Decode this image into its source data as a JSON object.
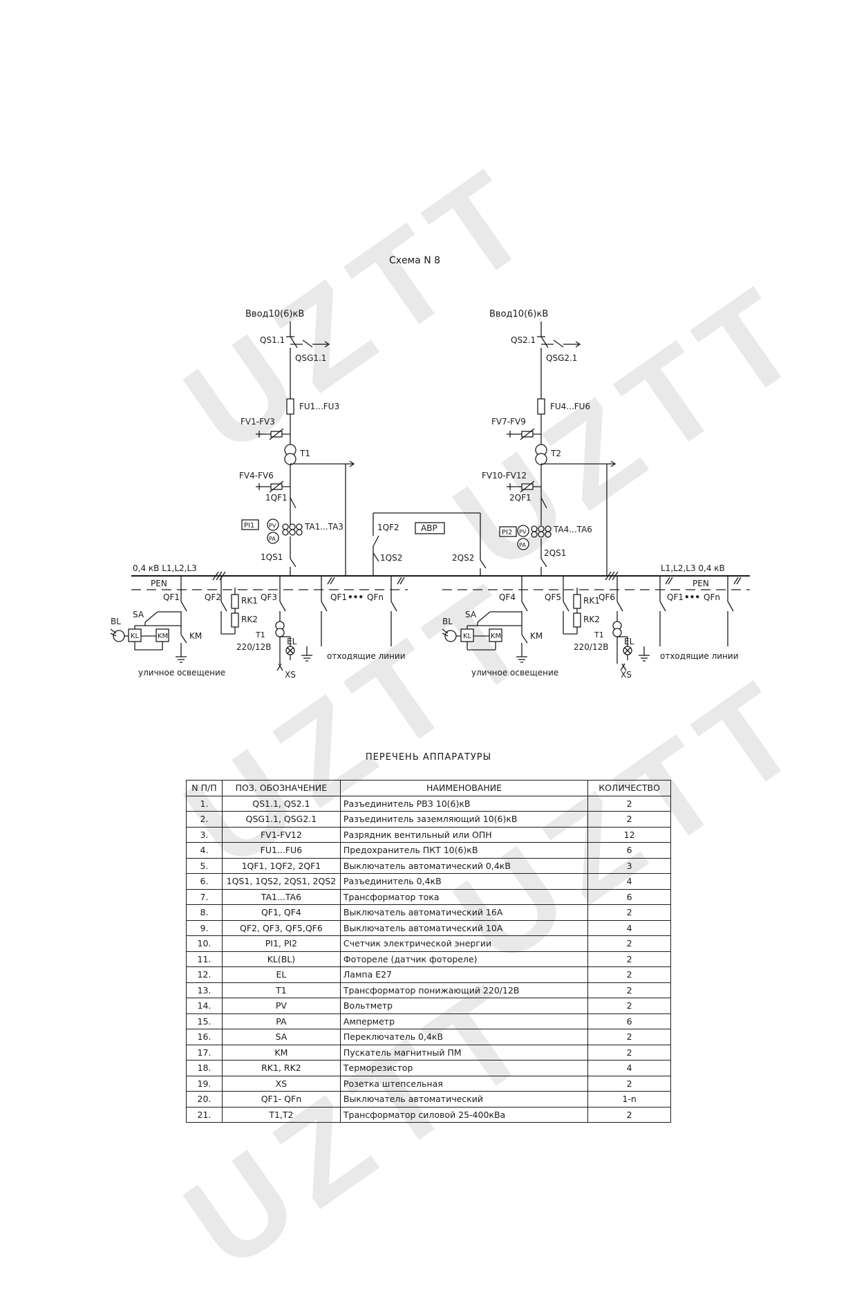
{
  "watermark": "UZTT",
  "diagram": {
    "title": "Схема N 8",
    "left": {
      "input": "Ввод10(6)кВ",
      "qs": "QS1.1",
      "qsg": "QSG1.1",
      "fu": "FU1...FU3",
      "fv_in": "FV1-FV3",
      "t": "T1",
      "fv_out": "FV4-FV6",
      "qf_main": "1QF1",
      "meter": "PI1",
      "voltmeter": "PV",
      "ammeter": "PA",
      "ta": "TA1...TA3",
      "qs_bus": "1QS1",
      "qf_sect": "1QF2",
      "qs_sect": "1QS2",
      "bus_label": "0,4 кВ  L1,L2,L3",
      "pen": "PEN",
      "qf_a": "QF1",
      "qf_b": "QF2",
      "rk1": "RK1",
      "rk2": "RK2",
      "qf_c": "QF3",
      "qf_out1": "QF1",
      "dots": "•••",
      "qf_outn": "QFn",
      "sa": "SA",
      "bl": "BL",
      "kl": "KL",
      "km": "KM",
      "km_contact": "KM",
      "t_small": "T1",
      "t_small_rating": "220/12В",
      "lamp": "EL",
      "socket": "XS",
      "street": "уличное освещение",
      "outgoing": "отходящие линии"
    },
    "avr": "АВР",
    "right": {
      "input": "Ввод10(6)кВ",
      "qs": "QS2.1",
      "qsg": "QSG2.1",
      "fu": "FU4...FU6",
      "fv_in": "FV7-FV9",
      "t": "T2",
      "fv_out": "FV10-FV12",
      "qf_main": "2QF1",
      "meter": "PI2",
      "voltmeter": "PV",
      "ammeter": "PA",
      "ta": "TA4...TA6",
      "qs_bus": "2QS1",
      "qs_sect": "2QS2",
      "bus_label": "L1,L2,L3  0,4 кВ",
      "pen": "PEN",
      "qf_a": "QF4",
      "qf_b": "QF5",
      "rk1": "RK1",
      "rk2": "RK2",
      "qf_c": "QF6",
      "qf_out1": "QF1",
      "dots": "•••",
      "qf_outn": "QFn",
      "sa": "SA",
      "bl": "BL",
      "kl": "KL",
      "km": "KM",
      "km_contact": "KM",
      "t_small": "T1",
      "t_small_rating": "220/12В",
      "lamp": "EL",
      "socket": "XS",
      "street": "уличное освещение",
      "outgoing": "отходящие линии"
    }
  },
  "equipment_list": {
    "title": "ПЕРЕЧЕНЬ АППАРАТУРЫ",
    "headers": [
      "N П/П",
      "ПОЗ. ОБОЗНАЧЕНИЕ",
      "НАИМЕНОВАНИЕ",
      "КОЛИЧЕСТВО"
    ],
    "rows": [
      [
        "1.",
        "QS1.1, QS2.1",
        "Разъединитель РВЗ 10(6)кВ",
        "2"
      ],
      [
        "2.",
        "QSG1.1, QSG2.1",
        "Разъединитель заземляющий 10(6)кВ",
        "2"
      ],
      [
        "3.",
        "FV1-FV12",
        "Разрядник вентильный или ОПН",
        "12"
      ],
      [
        "4.",
        "FU1...FU6",
        "Предохранитель ПКТ 10(6)кВ",
        "6"
      ],
      [
        "5.",
        "1QF1, 1QF2, 2QF1",
        "Выключатель автоматический 0,4кВ",
        "3"
      ],
      [
        "6.",
        "1QS1, 1QS2, 2QS1, 2QS2",
        "Разъединитель 0,4кВ",
        "4"
      ],
      [
        "7.",
        "TA1...TA6",
        "Трансформатор тока",
        "6"
      ],
      [
        "8.",
        "QF1, QF4",
        "Выключатель автоматический 16А",
        "2"
      ],
      [
        "9.",
        "QF2, QF3, QF5,QF6",
        "Выключатель автоматический 10А",
        "4"
      ],
      [
        "10.",
        "PI1, PI2",
        "Счетчик электрической энергии",
        "2"
      ],
      [
        "11.",
        "KL(BL)",
        "Фотореле (датчик фотореле)",
        "2"
      ],
      [
        "12.",
        "EL",
        "Лампа E27",
        "2"
      ],
      [
        "13.",
        "T1",
        "Трансформатор понижающий 220/12В",
        "2"
      ],
      [
        "14.",
        "PV",
        "Вольтметр",
        "2"
      ],
      [
        "15.",
        "PA",
        "Амперметр",
        "6"
      ],
      [
        "16.",
        "SA",
        "Переключатель 0,4кВ",
        "2"
      ],
      [
        "17.",
        "KM",
        "Пускатель магнитный ПМ",
        "2"
      ],
      [
        "18.",
        "RK1, RK2",
        "Терморезистор",
        "4"
      ],
      [
        "19.",
        "XS",
        "Розетка штепсельная",
        "2"
      ],
      [
        "20.",
        "QF1- QFn",
        "Выключатель автоматический",
        "1-n"
      ],
      [
        "21.",
        "T1,T2",
        "Трансформатор силовой 25-400кВа",
        "2"
      ]
    ]
  }
}
